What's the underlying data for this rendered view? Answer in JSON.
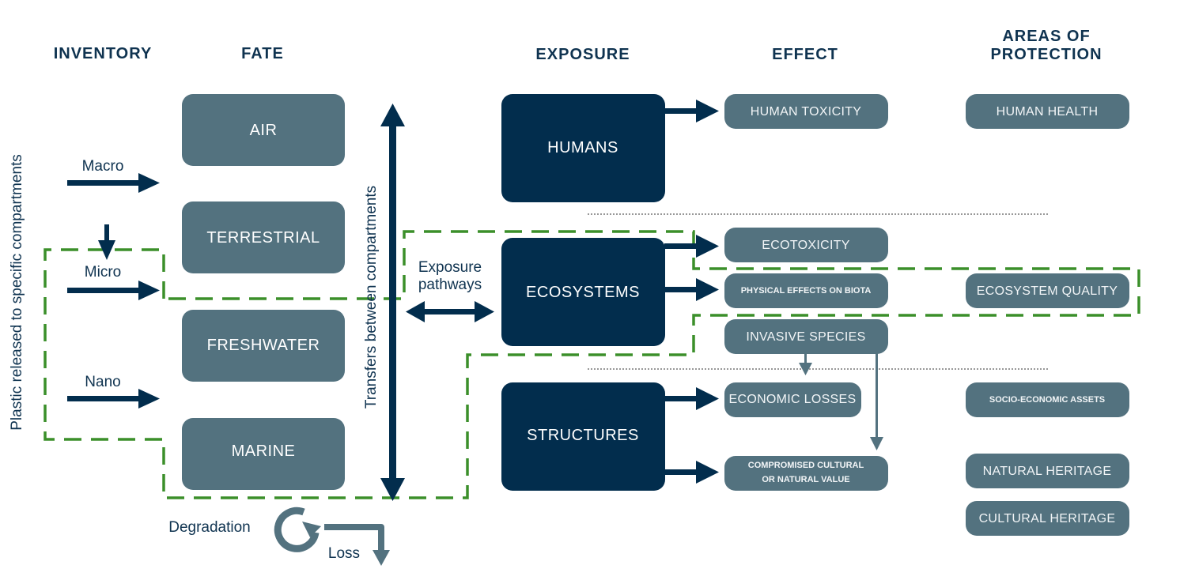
{
  "headers": {
    "inventory": "INVENTORY",
    "fate": "FATE",
    "exposure": "EXPOSURE",
    "effect": "EFFECT",
    "aop_line1": "AREAS OF",
    "aop_line2": "PROTECTION"
  },
  "inventory": {
    "side_label": "Plastic released to specific compartments",
    "sizes": [
      "Macro",
      "Micro",
      "Nano"
    ]
  },
  "fate": {
    "compartments": [
      "AIR",
      "TERRESTRIAL",
      "FRESHWATER",
      "MARINE"
    ],
    "transfers_label": "Transfers between compartments",
    "degradation_label": "Degradation",
    "loss_label": "Loss"
  },
  "exposure": {
    "pathways_line1": "Exposure",
    "pathways_line2": "pathways",
    "receptors": [
      "HUMANS",
      "ECOSYSTEMS",
      "STRUCTURES"
    ]
  },
  "effect": {
    "human_toxicity": "HUMAN TOXICITY",
    "ecotoxicity": "ECOTOXICITY",
    "physical_effects": "PHYSICAL EFFECTS ON BIOTA",
    "invasive_species": "INVASIVE SPECIES",
    "economic_losses": "ECONOMIC LOSSES",
    "compromised_line1": "COMPROMISED CULTURAL",
    "compromised_line2": "OR NATURAL VALUE"
  },
  "areas_of_protection": {
    "human_health": "HUMAN HEALTH",
    "ecosystem_quality": "ECOSYSTEM QUALITY",
    "socio_economic": "SOCIO-ECONOMIC ASSETS",
    "natural_heritage": "NATURAL HERITAGE",
    "cultural_heritage": "CULTURAL HERITAGE"
  },
  "colors": {
    "navy": "#022d4d",
    "slate": "#53727f",
    "green_dashed": "#3b8f2a",
    "text_dark": "#0f3350"
  }
}
